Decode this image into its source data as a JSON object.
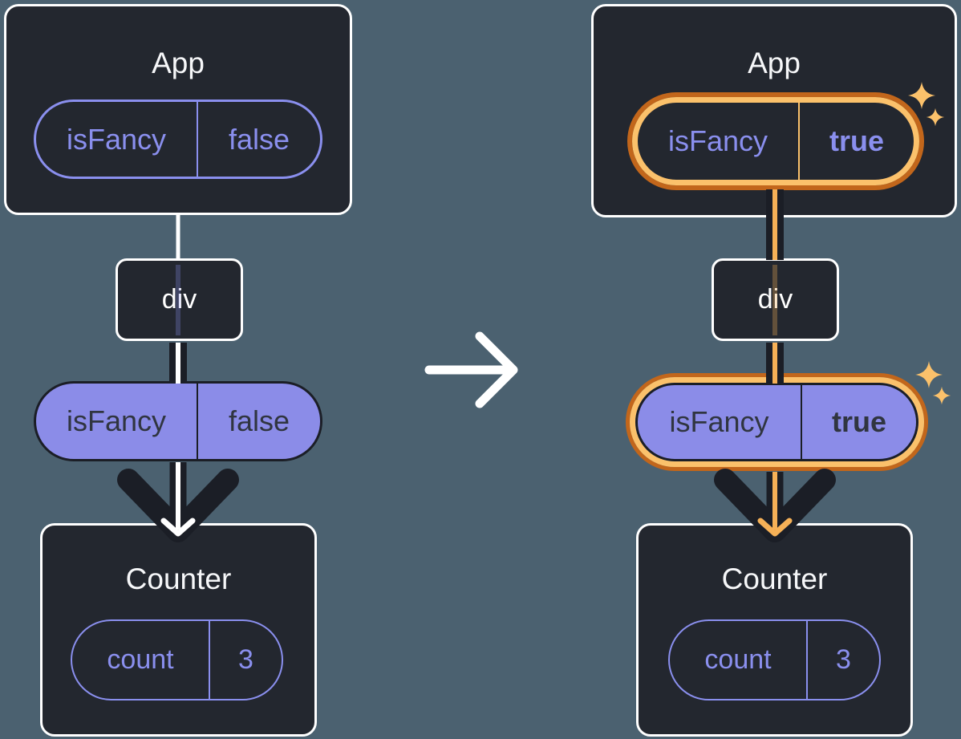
{
  "colors": {
    "background": "#4b6170",
    "card_bg": "#23272f",
    "card_border": "#ffffff",
    "purple": "#8a8fee",
    "purple_fill": "#8b8ce8",
    "dark_text": "#303540",
    "dark_stroke": "#1b1e26",
    "orange_dark": "#c2661b",
    "orange_light": "#fbc16b",
    "orange_line": "#f6b157",
    "white": "#ffffff"
  },
  "before": {
    "app": {
      "title": "App",
      "prop_name": "isFancy",
      "prop_value": "false"
    },
    "div_label": "div",
    "passed_prop": {
      "name": "isFancy",
      "value": "false"
    },
    "counter": {
      "title": "Counter",
      "state_name": "count",
      "state_value": "3"
    }
  },
  "after": {
    "app": {
      "title": "App",
      "prop_name": "isFancy",
      "prop_value": "true"
    },
    "div_label": "div",
    "passed_prop": {
      "name": "isFancy",
      "value": "true"
    },
    "counter": {
      "title": "Counter",
      "state_name": "count",
      "state_value": "3"
    }
  }
}
